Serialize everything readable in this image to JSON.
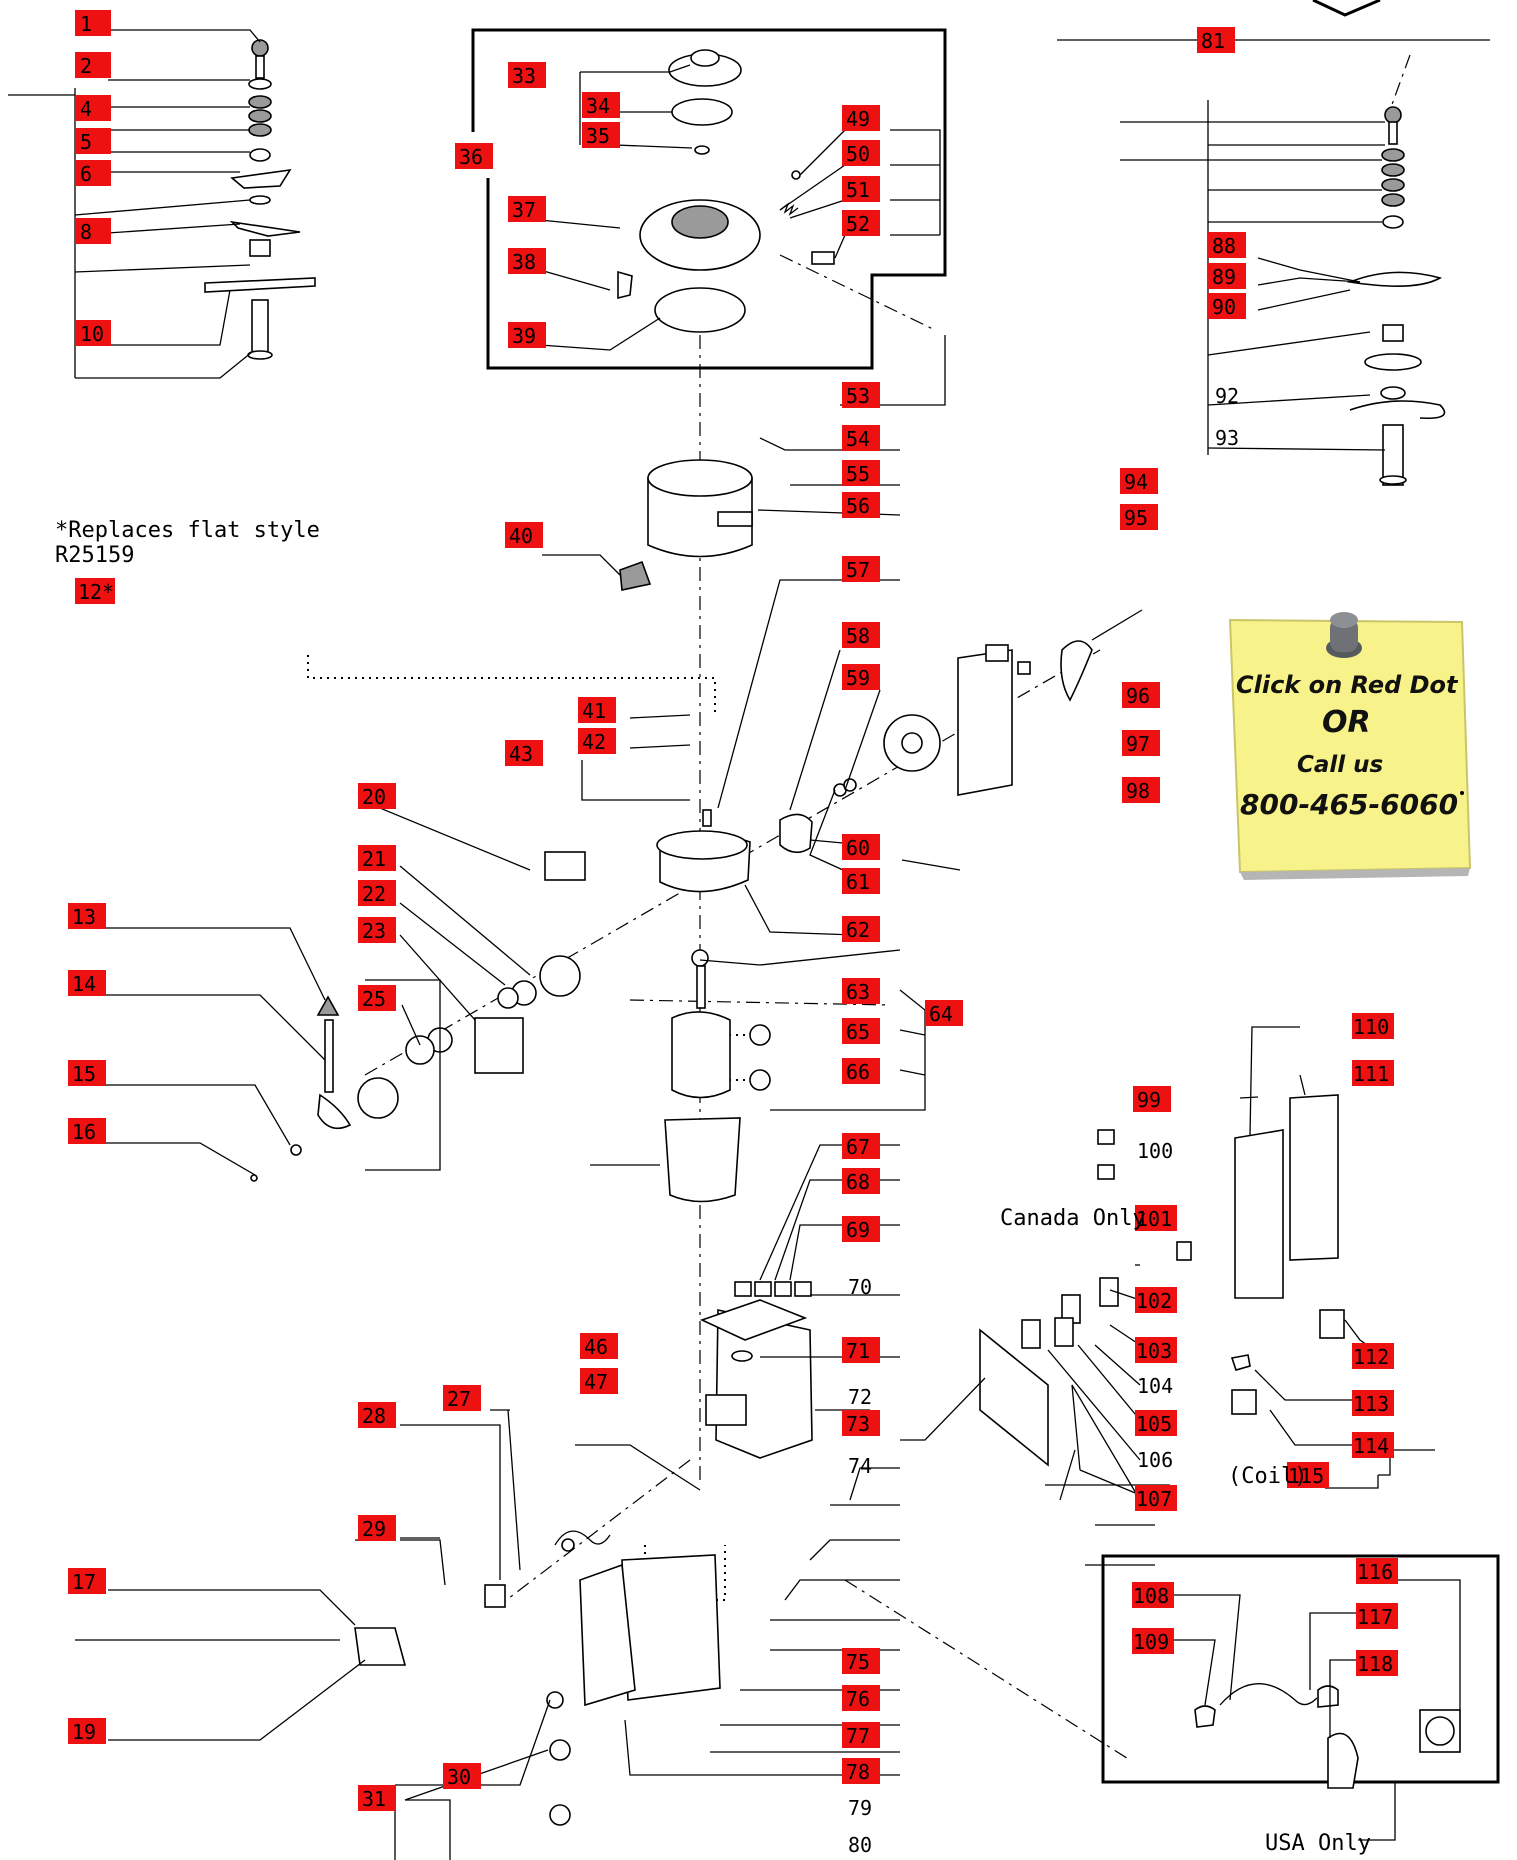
{
  "colors": {
    "callout_red": "#ee1111",
    "note_yellow": "#f7f28a",
    "pin_gray": "#6e7276"
  },
  "replaces_note": {
    "line1": "*Replaces flat style",
    "line2": "R25159"
  },
  "sticky_note": {
    "line1": "Click on Red Dot",
    "line2": "OR",
    "line3": "Call us",
    "line4": "800-465-6060",
    "icon": "pushpin-icon"
  },
  "labels": {
    "canada_only": "Canada Only",
    "usa_only": "USA Only",
    "coil": "(Coil)"
  },
  "callouts": {
    "c1": "1",
    "c2": "2",
    "c4": "4",
    "c5": "5",
    "c6": "6",
    "c8": "8",
    "c10": "10",
    "c12": "12*",
    "c13": "13",
    "c14": "14",
    "c15": "15",
    "c16": "16",
    "c17": "17",
    "c19": "19",
    "c20": "20",
    "c21": "21",
    "c22": "22",
    "c23": "23",
    "c25": "25",
    "c27": "27",
    "c28": "28",
    "c29": "29",
    "c30": "30",
    "c31": "31",
    "c33": "33",
    "c34": "34",
    "c35": "35",
    "c36": "36",
    "c37": "37",
    "c38": "38",
    "c39": "39",
    "c40": "40",
    "c41": "41",
    "c42": "42",
    "c43": "43",
    "c46": "46",
    "c47": "47",
    "c49": "49",
    "c50": "50",
    "c51": "51",
    "c52": "52",
    "c53": "53",
    "c54": "54",
    "c55": "55",
    "c56": "56",
    "c57": "57",
    "c58": "58",
    "c59": "59",
    "c60": "60",
    "c61": "61",
    "c62": "62",
    "c63": "63",
    "c64": "64",
    "c65": "65",
    "c66": "66",
    "c67": "67",
    "c68": "68",
    "c69": "69",
    "c71": "71",
    "c73": "73",
    "c75": "75",
    "c76": "76",
    "c77": "77",
    "c78": "78",
    "c81": "81",
    "c88": "88",
    "c89": "89",
    "c90": "90",
    "c94": "94",
    "c95": "95",
    "c96": "96",
    "c97": "97",
    "c98": "98",
    "c99": "99",
    "c101": "101",
    "c102": "102",
    "c103": "103",
    "c105": "105",
    "c107": "107",
    "c108": "108",
    "c109": "109",
    "c110": "110",
    "c111": "111",
    "c112": "112",
    "c113": "113",
    "c114": "114",
    "c115": "115",
    "c116": "116",
    "c117": "117",
    "c118": "118"
  },
  "plain_numbers": {
    "p70": "70",
    "p72": "72",
    "p74": "74",
    "p79": "79",
    "p80": "80",
    "p92": "92",
    "p93": "93",
    "p100": "100",
    "p104": "104",
    "p106": "106"
  }
}
